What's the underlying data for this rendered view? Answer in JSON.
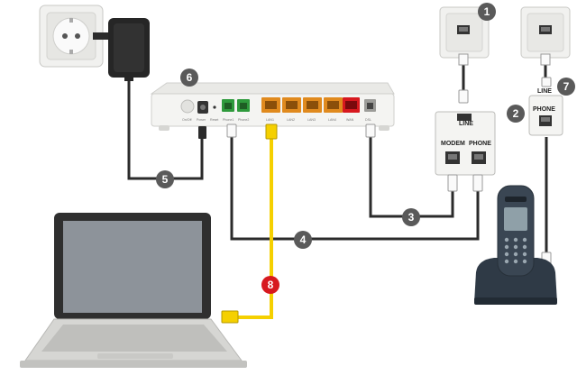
{
  "diagram": {
    "callouts": [
      {
        "number": "1",
        "color": "#5a5a5a"
      },
      {
        "number": "2",
        "color": "#5a5a5a"
      },
      {
        "number": "3",
        "color": "#5a5a5a"
      },
      {
        "number": "4",
        "color": "#5a5a5a"
      },
      {
        "number": "5",
        "color": "#5a5a5a"
      },
      {
        "number": "6",
        "color": "#5a5a5a"
      },
      {
        "number": "7",
        "color": "#5a5a5a"
      },
      {
        "number": "8",
        "color": "#d7191f"
      }
    ],
    "splitter": {
      "line_label": "LINE",
      "modem_label": "MODEM",
      "phone_label": "PHONE"
    },
    "phone_filter": {
      "line_label": "LINE",
      "phone_label": "PHONE"
    },
    "modem": {
      "port_labels": [
        "On/Off",
        "Power",
        "Reset",
        "Phone1",
        "Phone2",
        "LAN1",
        "LAN2",
        "LAN3",
        "LAN4",
        "WAN",
        "DSL"
      ]
    },
    "colors": {
      "cable_black": "#2b2b2b",
      "cable_yellow": "#f5d000",
      "phone_port_green": "#2e9a3c",
      "lan_port_orange": "#e08a1e",
      "wan_port_red": "#d7191f",
      "device_white": "#f4f4f2"
    }
  }
}
